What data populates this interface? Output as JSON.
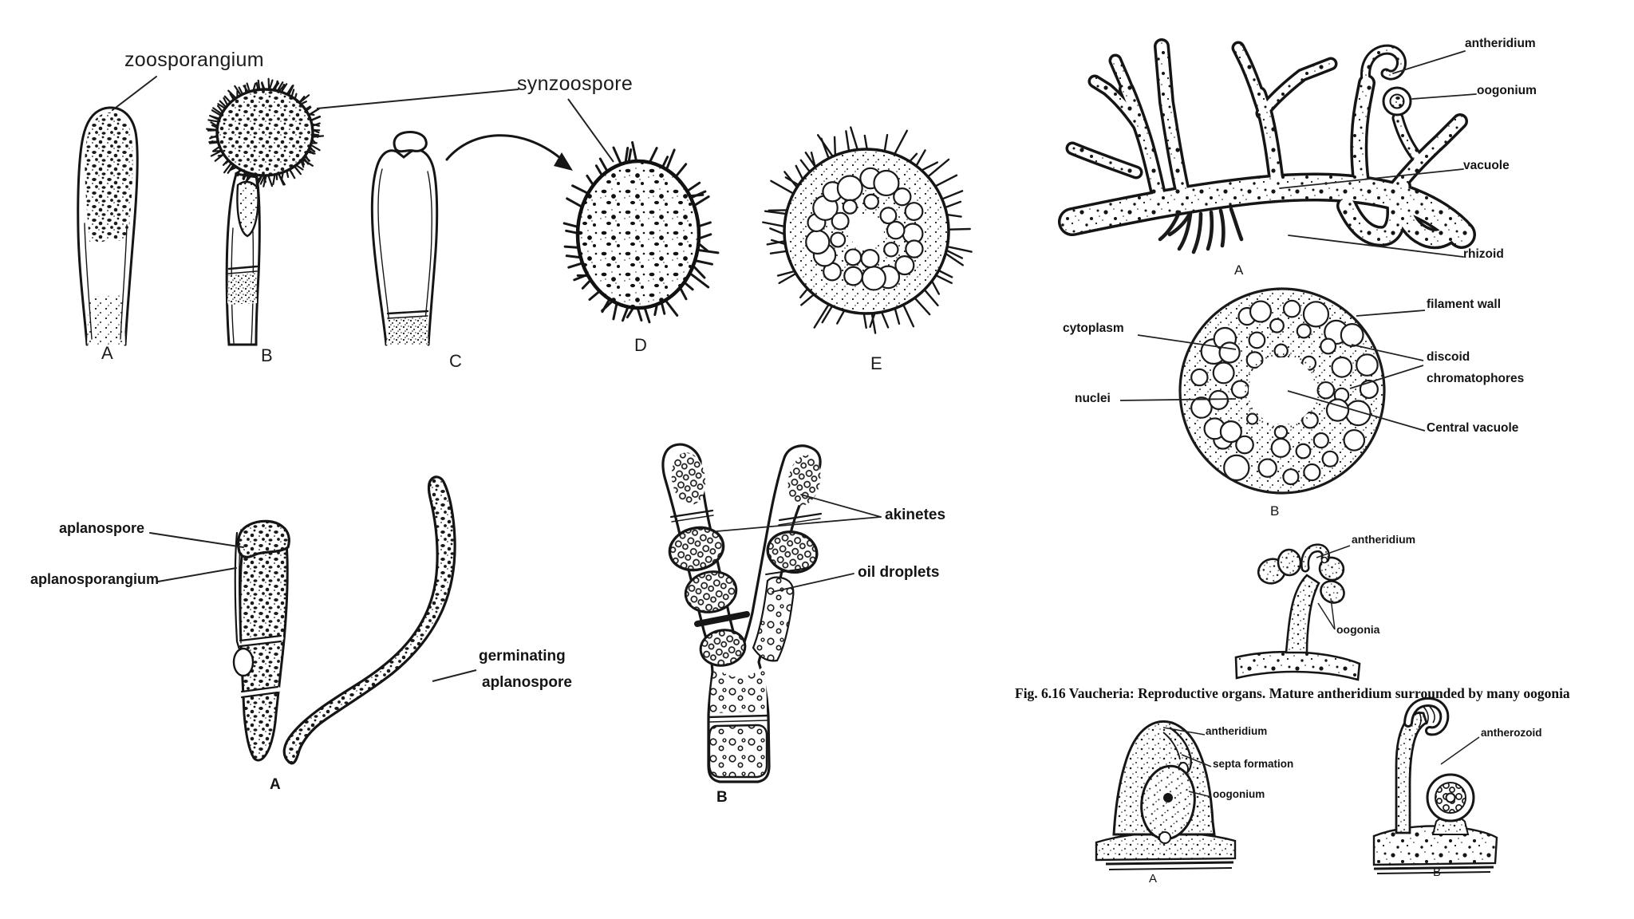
{
  "page": {
    "background": "#ffffff",
    "ink": "#1a1a1a"
  },
  "zoospore_panel": {
    "zoosporangium_label": "zoosporangium",
    "synzoospore_label": "synzoospore",
    "letter_a": "A",
    "letter_b": "B",
    "letter_c": "C",
    "letter_d": "D",
    "letter_e": "E"
  },
  "aplanospore_panel": {
    "aplanospore_label": "aplanospore",
    "aplanosporangium_label": "aplanosporangium",
    "germinating_line1": "germinating",
    "germinating_line2": "aplanospore",
    "letter_a": "A"
  },
  "akinete_panel": {
    "akinetes_label": "akinetes",
    "oil_droplets_label": "oil droplets",
    "letter_b": "B"
  },
  "thallus_panel": {
    "antheridium_label": "antheridium",
    "oogonium_label": "oogonium",
    "vacuole_label": "vacuole",
    "rhizoid_label": "rhizoid",
    "letter_a": "A"
  },
  "cross_section_panel": {
    "cytoplasm_label": "cytoplasm",
    "nuclei_label": "nuclei",
    "filament_wall_label": "filament wall",
    "discoid_label": "discoid",
    "chromatophores_label": "chromatophores",
    "central_vacuole_label": "Central vacuole",
    "letter_b": "B"
  },
  "reproductive_panel": {
    "antheridium_label": "antheridium",
    "oogonia_label": "oogonia",
    "caption": "Fig. 6.16 Vaucheria: Reproductive organs. Mature antheridium surrounded by many oogonia"
  },
  "fertilization_panel": {
    "antheridium_label": "antheridium",
    "septa_formation_label": "septa formation",
    "oogonium_label": "oogonium",
    "antherozoid_label": "antherozoid",
    "letter_a": "A",
    "letter_b": "B"
  }
}
